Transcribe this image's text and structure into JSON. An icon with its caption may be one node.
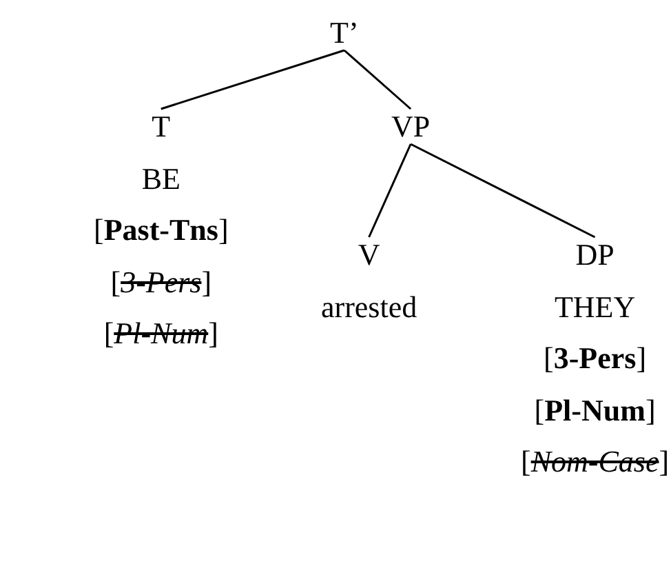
{
  "diagram": {
    "nodes": [
      {
        "text": [
          "T’"
        ]
      },
      {
        "text": [
          "T",
          "BE",
          "[**Past-Tns**]",
          "[*3-Pers*]",
          "[*Pl-Num*]"
        ]
      },
      {
        "text": [
          "VP"
        ]
      },
      {
        "text": [
          "V",
          "arrested"
        ]
      },
      {
        "text": [
          "DP",
          "THEY",
          "[**3-Pers**]",
          "[**Pl-Num**]",
          "[*Nom-Case*]"
        ]
      }
    ],
    "edges": [
      {
        "from": 0,
        "to": 1,
        "arrow": "none"
      },
      {
        "from": 0,
        "to": 2,
        "arrow": "none"
      },
      {
        "from": 2,
        "to": 3,
        "arrow": "none"
      },
      {
        "from": 2,
        "to": 4,
        "arrow": "none"
      }
    ]
  }
}
